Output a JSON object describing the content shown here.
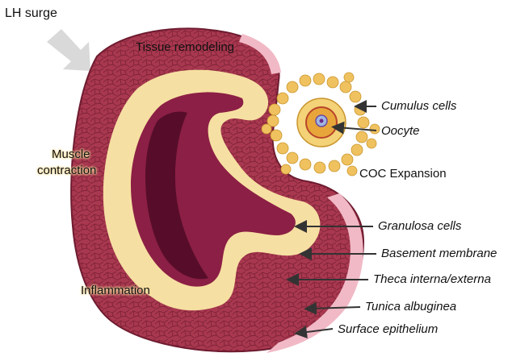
{
  "labels": {
    "lh_surge": "LH surge",
    "tissue_remodeling": "Tissue remodeling",
    "muscle_contraction_line1": "Muscle",
    "muscle_contraction_line2": "contraction",
    "inflammation": "Inflammation",
    "cumulus_cells": "Cumulus cells",
    "oocyte": "Oocyte",
    "coc_expansion": "COC Expansion",
    "granulosa_cells": "Granulosa cells",
    "basement_membrane": "Basement membrane",
    "theca": "Theca interna/externa",
    "tunica_albuginea": "Tunica albuginea",
    "surface_epithelium": "Surface epithelium"
  },
  "colors": {
    "theca": "#a8384f",
    "theca_texture": "#7e2238",
    "surface_epithelium": "#f1b9c6",
    "granulosa": "#f6dfa2",
    "antrum": "#8c1f45",
    "antrum_dark": "#4d0a24",
    "cumulus": "#f0c25f",
    "oocyte": "#e8a63a",
    "arrow": "#d9d9d9",
    "pointer": "#333333"
  }
}
